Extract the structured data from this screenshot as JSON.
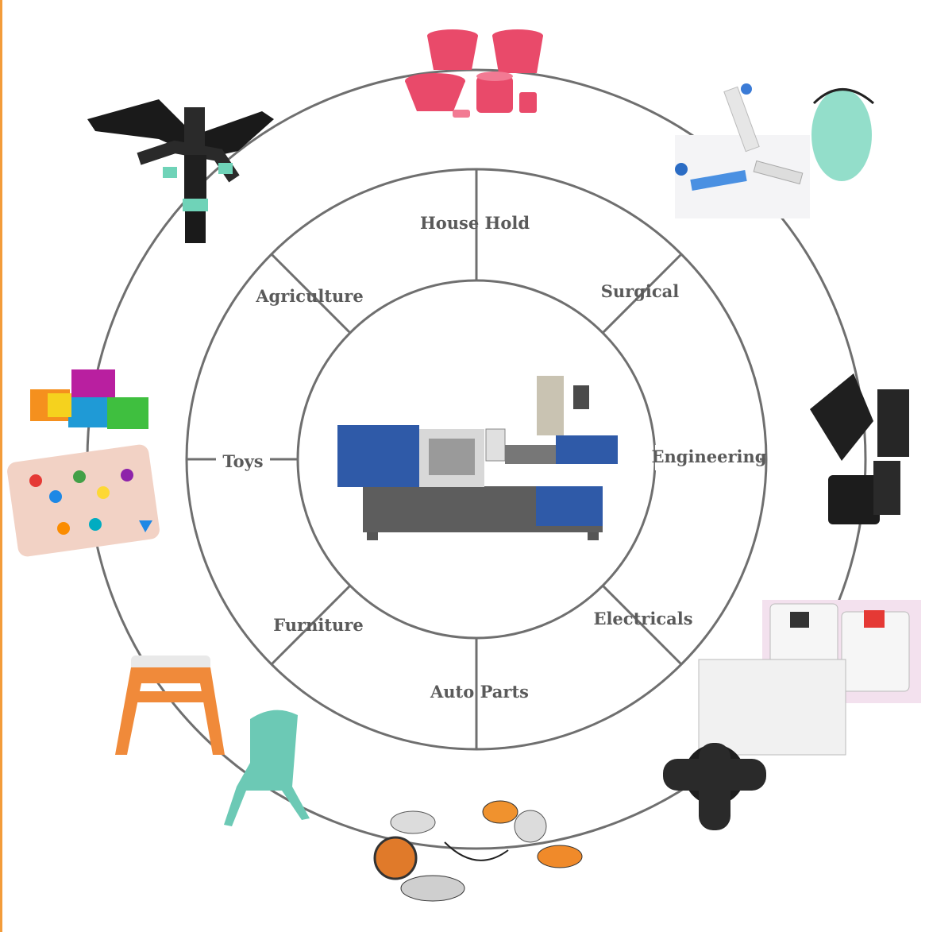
{
  "colors": {
    "ring": "#6f6f6f",
    "label": "#5a5a5a",
    "edge_bar": "#f39c3a",
    "machine_blue": "#2f5aa8",
    "machine_gray": "#5d5d5d",
    "household_pink": "#e94a6a",
    "medical_teal": "#6fd3b8",
    "chair_teal": "#6cc9b5",
    "stool_orange": "#f08a3a",
    "switch_red": "#e53935"
  },
  "segments": {
    "household": "House Hold",
    "surgical": "Surgical",
    "engineering": "Engineering",
    "electricals": "Electricals",
    "auto_parts": "Auto Parts",
    "furniture": "Furniture",
    "toys": "Toys",
    "agriculture": "Agriculture"
  },
  "icons": {
    "center": "injection-molding-machine-icon",
    "household": "plastic-buckets-icon",
    "surgical": "medical-mask-iv-set-icon",
    "engineering": "black-plastic-parts-icon",
    "electricals": "switch-junction-box-icon",
    "auto_parts": "indicator-lamps-icon",
    "furniture": "stool-chair-icon",
    "toys": "building-blocks-icon",
    "agriculture": "sprinkler-icon"
  }
}
